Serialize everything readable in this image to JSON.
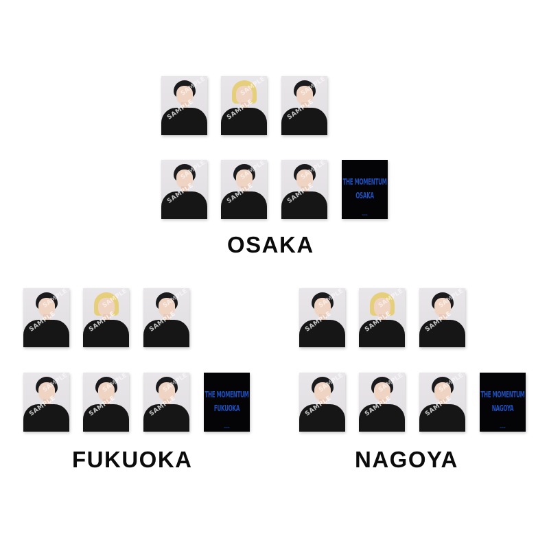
{
  "watermark": "SAMPLE",
  "colors": {
    "background": "#ffffff",
    "label": "#0b0b0b",
    "cover_bg": "#040406",
    "cover_text": "#1d4fbf"
  },
  "groups": [
    {
      "city": "OSAKA",
      "cover": {
        "line1": "THE MOMENTUM",
        "line2": "OSAKA",
        "footer": ""
      },
      "cards": [
        {
          "hair": "dark"
        },
        {
          "hair": "blonde"
        },
        {
          "hair": "dark"
        },
        {
          "hair": "dark"
        },
        {
          "hair": "dark"
        },
        {
          "hair": "dark"
        }
      ]
    },
    {
      "city": "FUKUOKA",
      "cover": {
        "line1": "THE MOMENTUM",
        "line2": "FUKUOKA",
        "footer": ""
      },
      "cards": [
        {
          "hair": "dark"
        },
        {
          "hair": "blonde"
        },
        {
          "hair": "dark"
        },
        {
          "hair": "dark"
        },
        {
          "hair": "dark"
        },
        {
          "hair": "dark"
        }
      ]
    },
    {
      "city": "NAGOYA",
      "cover": {
        "line1": "THE MOMENTUM",
        "line2": "NAGOYA",
        "footer": ""
      },
      "cards": [
        {
          "hair": "dark"
        },
        {
          "hair": "blonde"
        },
        {
          "hair": "dark"
        },
        {
          "hair": "dark"
        },
        {
          "hair": "dark"
        },
        {
          "hair": "dark"
        }
      ]
    }
  ]
}
